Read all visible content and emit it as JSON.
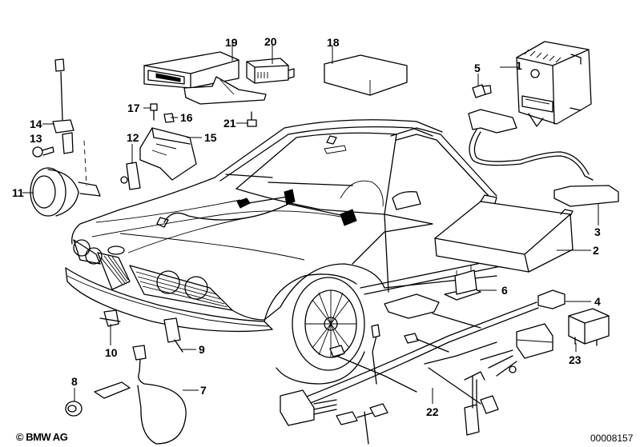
{
  "diagram": {
    "subject": "BMW E24 6-series vehicle electrical components exploded view",
    "copyright": "© BMW AG",
    "document_number": "00008157",
    "callouts": [
      {
        "id": "1",
        "label": "1",
        "part": "control-unit-with-connector-box"
      },
      {
        "id": "2",
        "label": "2",
        "part": "electronic-control-module"
      },
      {
        "id": "3",
        "label": "3",
        "part": "wiring-harness-plug"
      },
      {
        "id": "4",
        "label": "4",
        "part": "harness-connector"
      },
      {
        "id": "5",
        "label": "5",
        "part": "bulb-socket"
      },
      {
        "id": "6",
        "label": "6",
        "part": "mounting-bracket"
      },
      {
        "id": "7",
        "label": "7",
        "part": "sensor-with-cable"
      },
      {
        "id": "8",
        "label": "8",
        "part": "grommet"
      },
      {
        "id": "9",
        "label": "9",
        "part": "clip-holder"
      },
      {
        "id": "10",
        "label": "10",
        "part": "cable-clamp"
      },
      {
        "id": "11",
        "label": "11",
        "part": "horn"
      },
      {
        "id": "12",
        "label": "12",
        "part": "switch-clip"
      },
      {
        "id": "13",
        "label": "13",
        "part": "bolt"
      },
      {
        "id": "14",
        "label": "14",
        "part": "sensor-unit"
      },
      {
        "id": "15",
        "label": "15",
        "part": "bracket"
      },
      {
        "id": "16",
        "label": "16",
        "part": "clip-nut"
      },
      {
        "id": "17",
        "label": "17",
        "part": "screw"
      },
      {
        "id": "18",
        "label": "18",
        "part": "cover-box"
      },
      {
        "id": "19",
        "label": "19",
        "part": "control-unit-with-bracket"
      },
      {
        "id": "20",
        "label": "20",
        "part": "relay-module"
      },
      {
        "id": "21",
        "label": "21",
        "part": "screw-with-spring"
      },
      {
        "id": "22",
        "label": "22",
        "part": "main-wiring-harness"
      },
      {
        "id": "23",
        "label": "23",
        "part": "relay"
      }
    ]
  }
}
